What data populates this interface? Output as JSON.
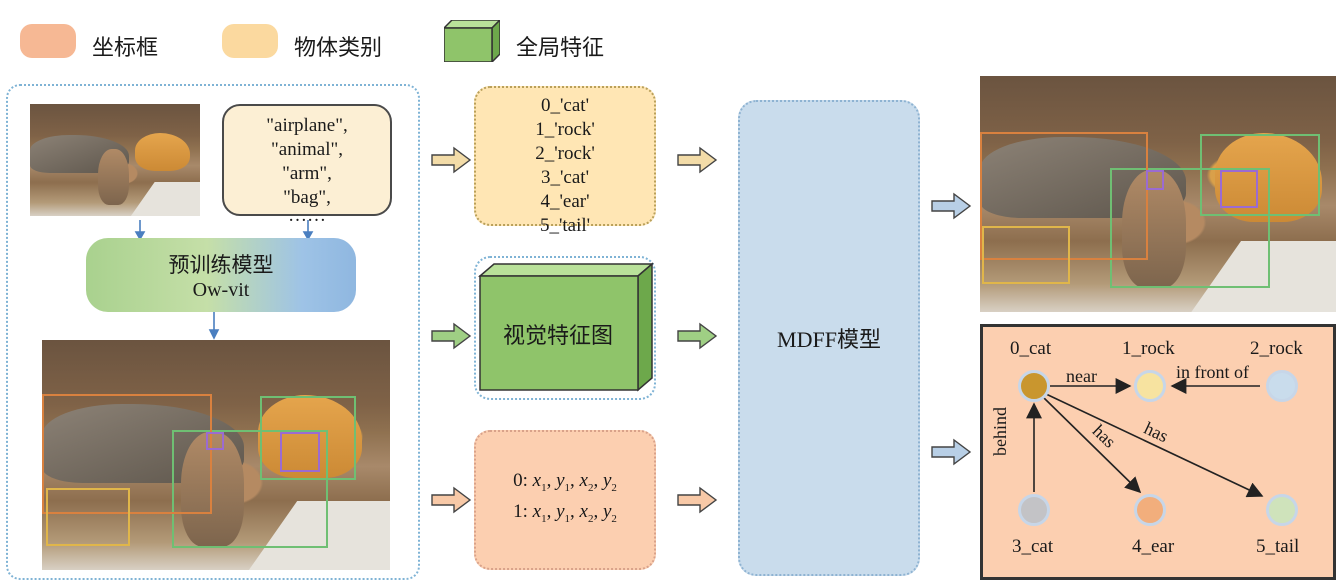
{
  "legend": [
    {
      "label": "坐标框",
      "color": "#f6b894"
    },
    {
      "label": "物体类别",
      "color": "#fbd99f"
    },
    {
      "label": "全局特征",
      "color": "#8fc46a"
    }
  ],
  "vocab_list": [
    "\"airplane\",",
    "\"animal\",",
    "\"arm\",",
    "\"bag\",",
    "……"
  ],
  "pretrained_model": {
    "title": "预训练模型",
    "subtitle": "Ow-vit"
  },
  "categories": [
    "0_'cat'",
    "1_'rock'",
    "2_'rock'",
    "3_'cat'",
    "4_'ear'",
    "5_'tail'"
  ],
  "feature_map_label": "视觉特征图",
  "coords": [
    {
      "idx": "0:",
      "terms": [
        "x",
        "1",
        "y",
        "1",
        "x",
        "2",
        "y",
        "2"
      ]
    },
    {
      "idx": "1:",
      "terms": [
        "x",
        "1",
        "y",
        "1",
        "x",
        "2",
        "y",
        "2"
      ]
    }
  ],
  "mdff_label": "MDFF模型",
  "graph": {
    "nodes": [
      {
        "label": "0_cat",
        "color": "#c9962e"
      },
      {
        "label": "1_rock",
        "color": "#f7e3a0"
      },
      {
        "label": "2_rock",
        "color": "#c9dcec"
      },
      {
        "label": "3_cat",
        "color": "#c3c3c6"
      },
      {
        "label": "4_ear",
        "color": "#f2ae7c"
      },
      {
        "label": "5_tail",
        "color": "#cfe3bb"
      }
    ],
    "edges": [
      {
        "label": "near"
      },
      {
        "label": "in front of"
      },
      {
        "label": "behind"
      },
      {
        "label": "has"
      },
      {
        "label": "has"
      }
    ]
  },
  "arrow_colors": {
    "orange": "#f3dca8",
    "green": "#9fcf84",
    "peach": "#f8c9a7",
    "blue": "#b8cfe6"
  }
}
